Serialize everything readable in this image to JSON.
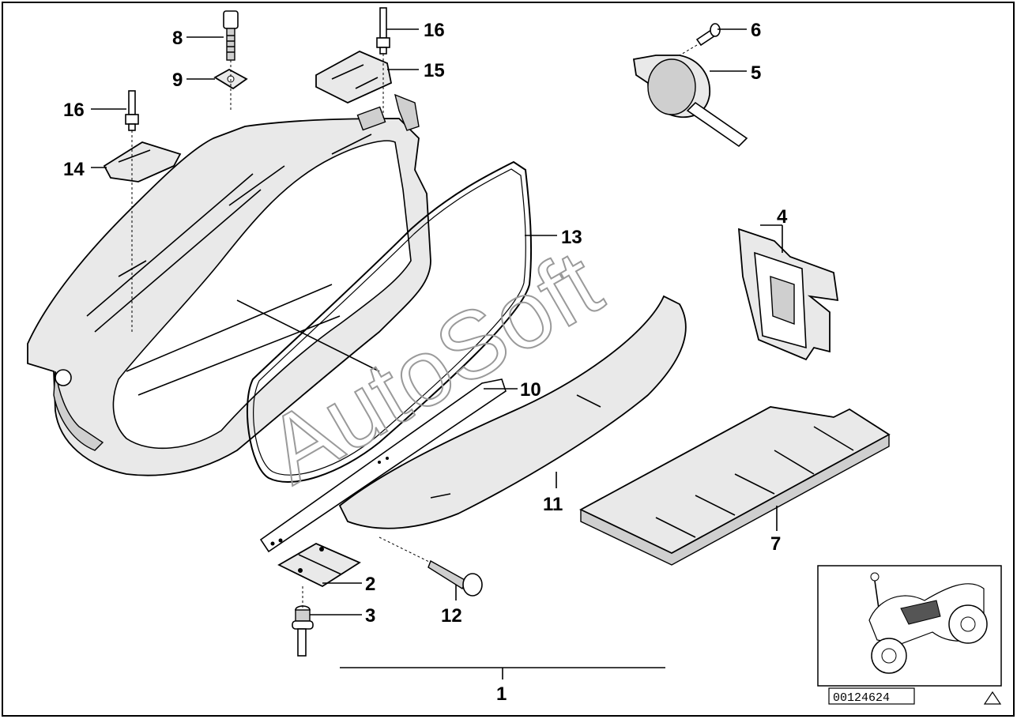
{
  "diagram": {
    "watermark": "AutoSoft",
    "document_number": "00124624",
    "part_labels": {
      "l1": "1",
      "l2": "2",
      "l3": "3",
      "l4": "4",
      "l5": "5",
      "l6": "6",
      "l7": "7",
      "l8": "8",
      "l9": "9",
      "l10": "10",
      "l11": "11",
      "l12": "12",
      "l13": "13",
      "l14": "14",
      "l15": "15",
      "l16a": "16",
      "l16b": "16"
    }
  }
}
